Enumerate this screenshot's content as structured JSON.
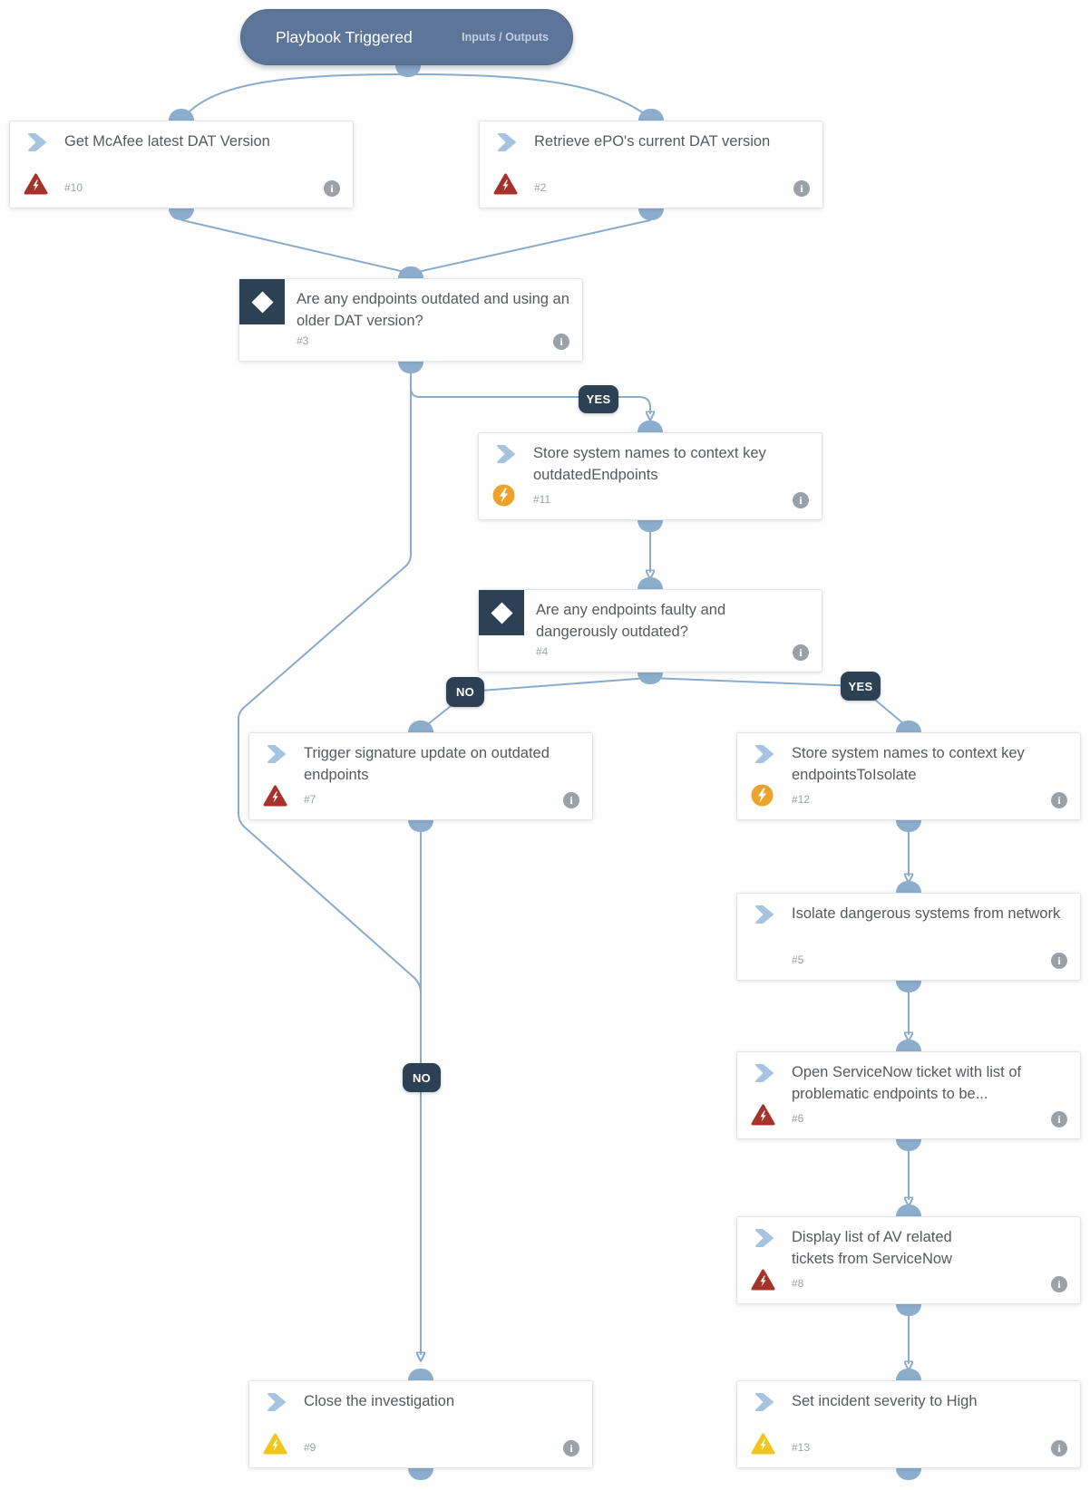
{
  "header": {
    "title": "Playbook Triggered",
    "io_button": "Inputs / Outputs"
  },
  "branch_labels": {
    "cond3_yes": "YES",
    "cond3_no": "NO",
    "cond4_yes": "YES",
    "cond4_no": "NO"
  },
  "nodes": [
    {
      "number": "#10",
      "title": "Get McAfee latest DAT Version",
      "type": "task",
      "status_icon": "error-triangle-icon"
    },
    {
      "number": "#2",
      "title": "Retrieve ePO's current DAT version",
      "type": "task",
      "status_icon": "error-triangle-icon"
    },
    {
      "number": "#3",
      "title": "Are any endpoints outdated and using an older DAT version?",
      "type": "condition",
      "status_icon": "none"
    },
    {
      "number": "#11",
      "title": "Store system names to context key outdatedEndpoints",
      "type": "task",
      "status_icon": "quiet-mode-lightning-icon"
    },
    {
      "number": "#4",
      "title": "Are any endpoints faulty and dangerously outdated?",
      "type": "condition",
      "status_icon": "none"
    },
    {
      "number": "#7",
      "title": "Trigger signature update on outdated endpoints",
      "type": "task",
      "status_icon": "error-triangle-icon"
    },
    {
      "number": "#12",
      "title": "Store system names to context key endpointsToIsolate",
      "type": "task",
      "status_icon": "quiet-mode-lightning-icon"
    },
    {
      "number": "#5",
      "title": "Isolate dangerous systems from network",
      "type": "task",
      "status_icon": "none"
    },
    {
      "number": "#6",
      "title": "Open ServiceNow ticket with list of problematic endpoints to be...",
      "type": "task",
      "status_icon": "error-triangle-icon"
    },
    {
      "number": "#8",
      "title": "Display list of AV related tickets from ServiceNow",
      "type": "task",
      "status_icon": "error-triangle-icon"
    },
    {
      "number": "#13",
      "title": "Set incident severity to High",
      "type": "task",
      "status_icon": "warning-triangle-icon"
    },
    {
      "number": "#9",
      "title": "Close the investigation",
      "type": "task",
      "status_icon": "warning-triangle-icon"
    }
  ],
  "colors": {
    "edge": "#8aabcb",
    "connector": "#8cadcc",
    "header_bg": "#5d7599",
    "badge_bg": "#2d4154",
    "error_icon": "#a6332b",
    "quiet_icon": "#eda22b",
    "warning_icon": "#f2c51d",
    "title_text": "#56595e",
    "muted_text": "#9aa1a8"
  }
}
